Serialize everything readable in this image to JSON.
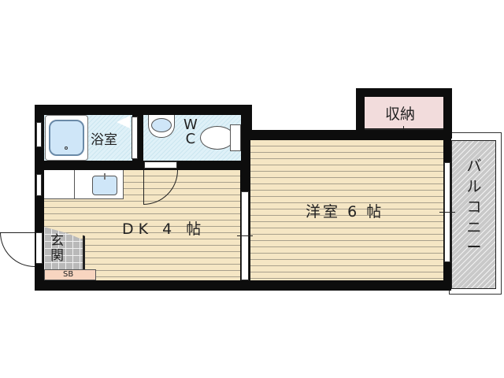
{
  "floorplan": {
    "rooms": {
      "bath": {
        "label": "浴室"
      },
      "wc": {
        "label_line1": "W",
        "label_line2": "C"
      },
      "dk": {
        "label": "ＤＫ４帖",
        "name": "DK",
        "size": "4",
        "unit": "帖"
      },
      "western": {
        "label": "洋室６帖",
        "name": "洋室",
        "size": "6",
        "unit": "帖"
      },
      "storage": {
        "label": "収納"
      },
      "entrance": {
        "label_line1": "玄",
        "label_line2": "関"
      },
      "shoebox": {
        "label": "SB"
      },
      "balcony": {
        "label": "バルコニー",
        "chars": [
          "バ",
          "ル",
          "コ",
          "ニ",
          "ー"
        ]
      }
    },
    "colors": {
      "wall": "#0d0d0d",
      "floor": "#f5e6c4",
      "wet_area": "#dff1f8",
      "storage": "#f2dcdc",
      "balcony": "#c9c9c9",
      "shoebox": "#f8d5c0",
      "entrance_tile": "#b9b9b9"
    }
  }
}
